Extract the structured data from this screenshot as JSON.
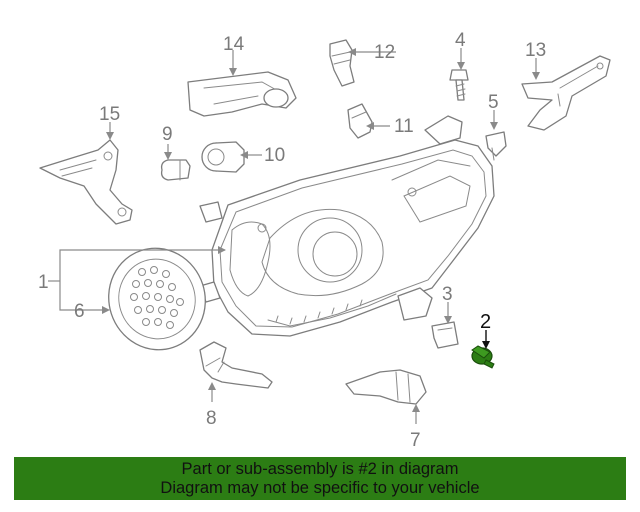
{
  "callouts": {
    "c1": "1",
    "c2": "2",
    "c3": "3",
    "c4": "4",
    "c5": "5",
    "c6": "6",
    "c7": "7",
    "c8": "8",
    "c9": "9",
    "c10": "10",
    "c11": "11",
    "c12": "12",
    "c13": "13",
    "c14": "14",
    "c15": "15"
  },
  "highlighted_part": "2",
  "colors": {
    "highlight": "#2c7d14",
    "banner": "#2c7d14",
    "line_art": "#7d7d7d"
  },
  "banner": {
    "line1": "Part or sub-assembly is #2 in diagram",
    "line2": "Diagram may not be specific to your vehicle"
  }
}
